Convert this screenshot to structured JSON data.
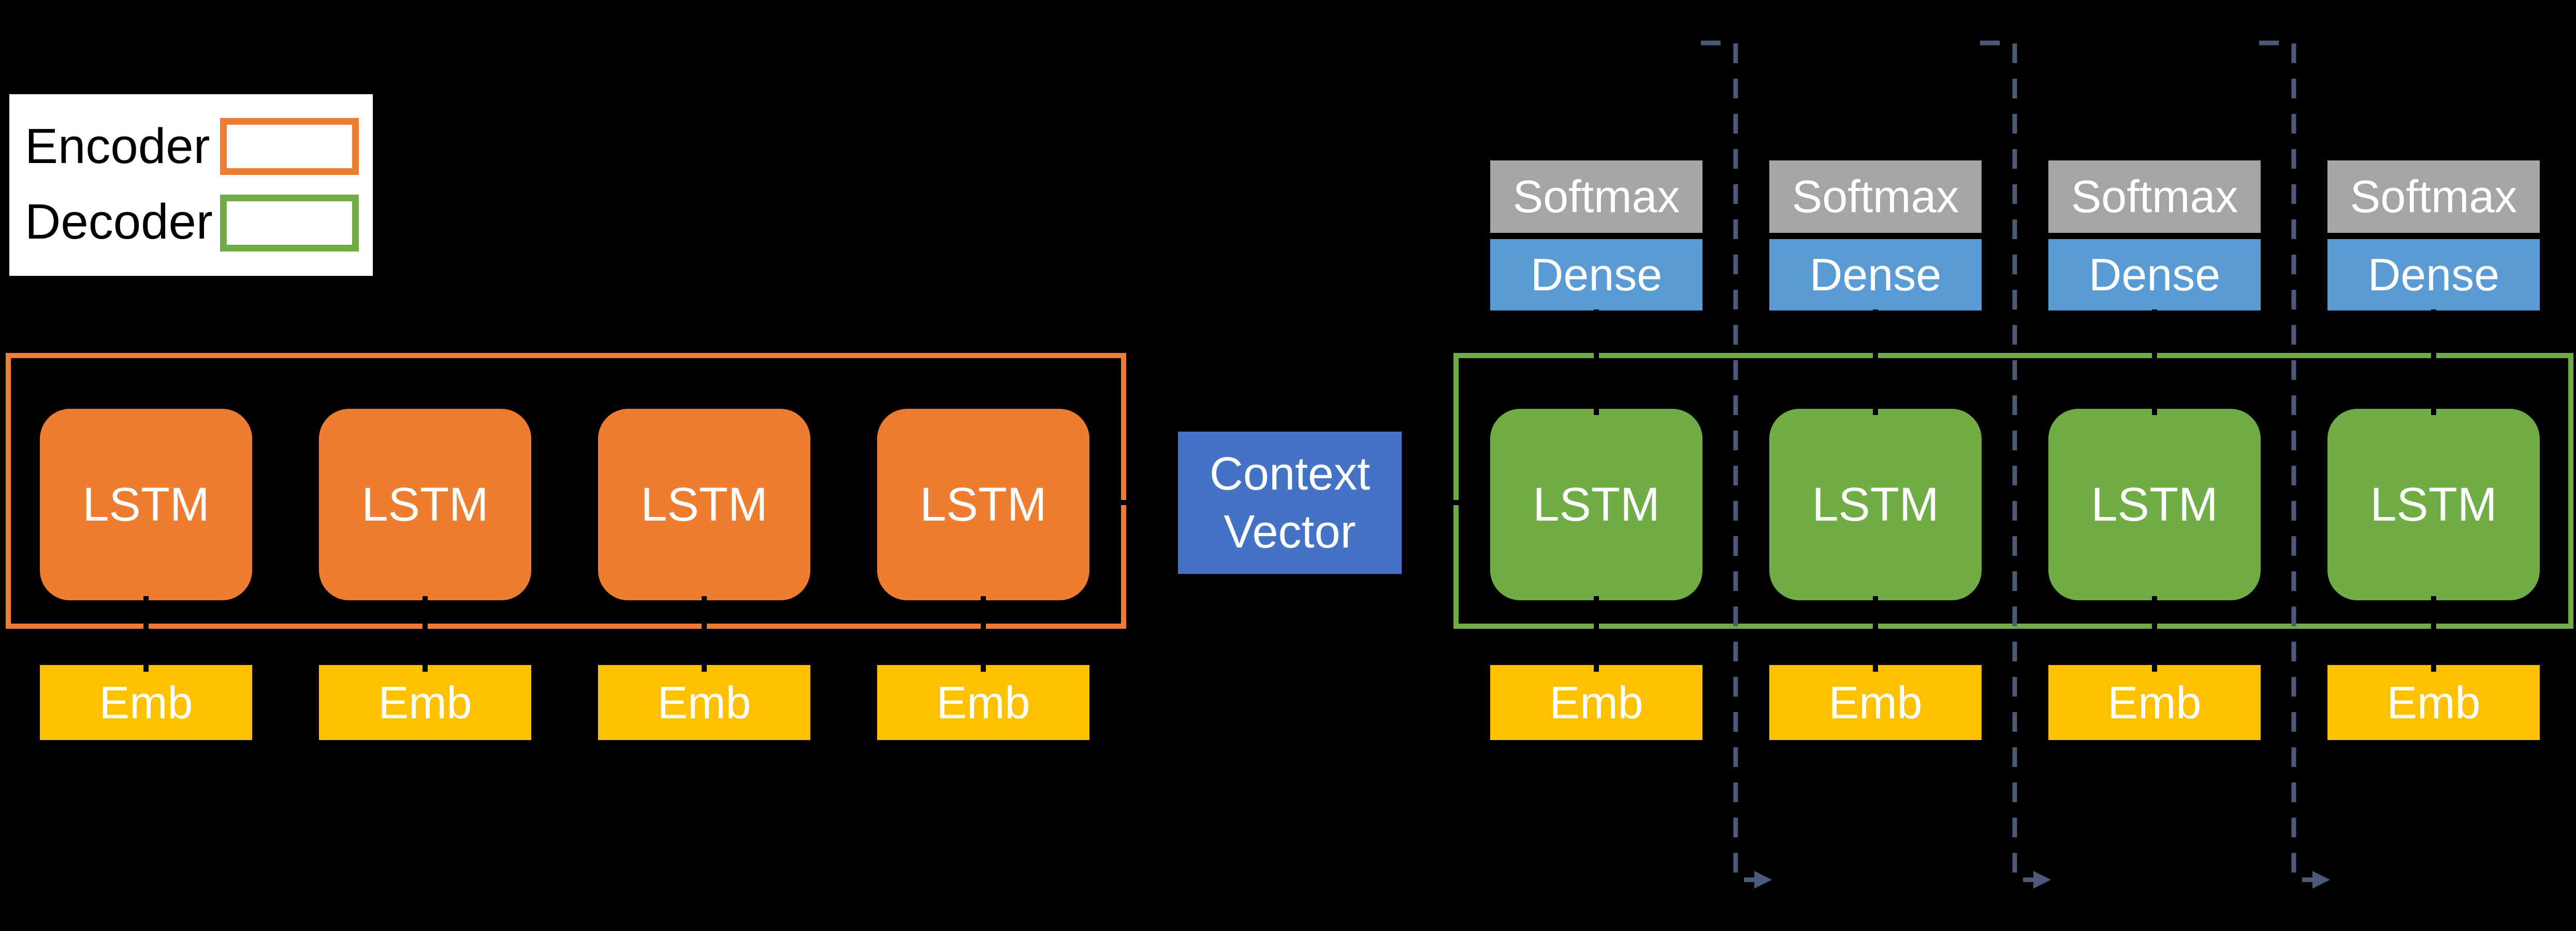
{
  "legend": {
    "encoder_label": "Encoder",
    "decoder_label": "Decoder"
  },
  "encoder": {
    "units": [
      {
        "lstm": "LSTM",
        "emb": "Emb"
      },
      {
        "lstm": "LSTM",
        "emb": "Emb"
      },
      {
        "lstm": "LSTM",
        "emb": "Emb"
      },
      {
        "lstm": "LSTM",
        "emb": "Emb"
      }
    ]
  },
  "context": {
    "label": "Context Vector"
  },
  "decoder": {
    "columns": [
      {
        "softmax": "Softmax",
        "dense": "Dense",
        "lstm": "LSTM",
        "emb": "Emb"
      },
      {
        "softmax": "Softmax",
        "dense": "Dense",
        "lstm": "LSTM",
        "emb": "Emb"
      },
      {
        "softmax": "Softmax",
        "dense": "Dense",
        "lstm": "LSTM",
        "emb": "Emb"
      },
      {
        "softmax": "Softmax",
        "dense": "Dense",
        "lstm": "LSTM",
        "emb": "Emb"
      }
    ]
  },
  "colors": {
    "encoder": "#ED7D31",
    "decoder": "#70AD47",
    "softmax": "#A5A5A5",
    "dense": "#5B9BD5",
    "emb": "#FFC000",
    "context": "#4472C4",
    "arrow": "#4A5A78",
    "background": "#000000",
    "legend_bg": "#FFFFFF"
  }
}
